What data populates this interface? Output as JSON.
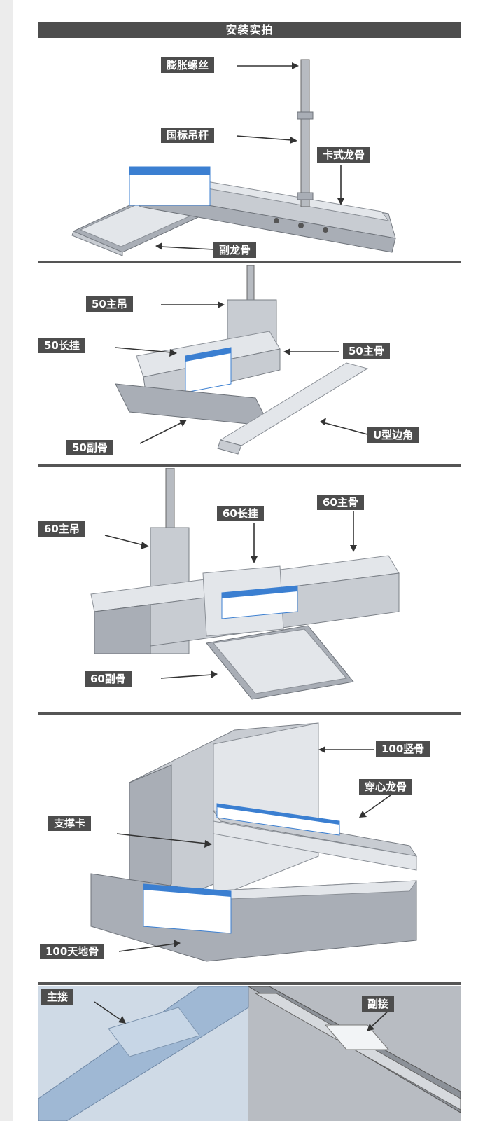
{
  "title": "安装实拍",
  "colors": {
    "label_bg": "#4d4d4d",
    "label_text": "#ffffff",
    "divider": "#555555",
    "tag_blue": "#3b7fd1"
  },
  "panel1": {
    "labels": [
      "膨胀螺丝",
      "国标吊杆",
      "卡式龙骨",
      "副龙骨"
    ]
  },
  "panel2": {
    "labels": [
      "50主吊",
      "50长挂",
      "50主骨",
      "50副骨",
      "U型边角"
    ]
  },
  "panel3": {
    "labels": [
      "60主吊",
      "60长挂",
      "60主骨",
      "60副骨"
    ]
  },
  "panel4": {
    "labels": [
      "100竖骨",
      "穿心龙骨",
      "支撑卡",
      "100天地骨"
    ]
  },
  "panel5": {
    "labels": [
      "主接",
      "副接"
    ]
  }
}
